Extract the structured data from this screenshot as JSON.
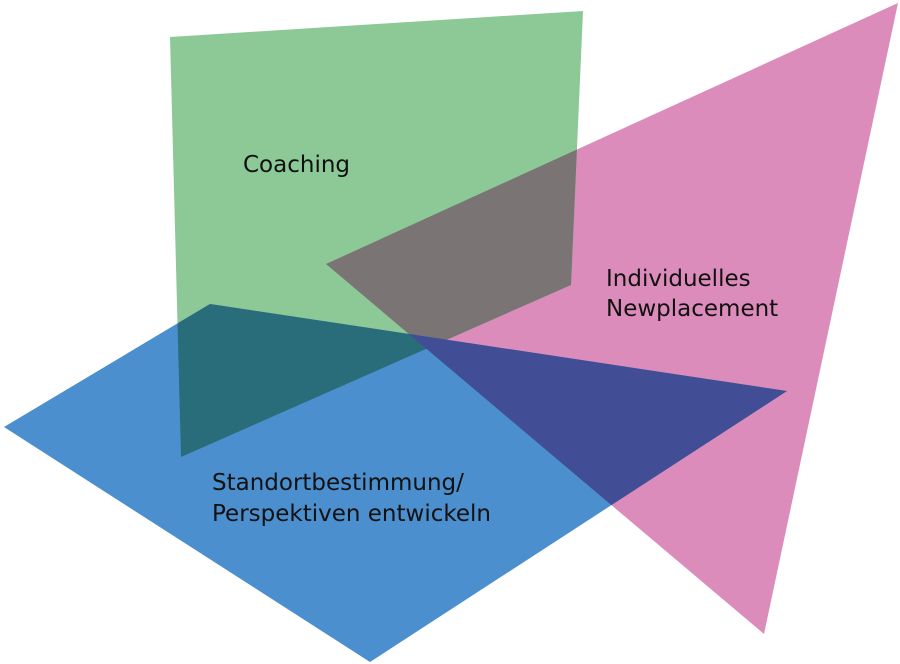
{
  "diagram": {
    "shapes": [
      {
        "name": "pink-triangle",
        "color": "#dc8cba"
      },
      {
        "name": "green-quad",
        "color": "#8dc897"
      },
      {
        "name": "blue-quad",
        "color": "#4c8fce"
      }
    ],
    "overlap_colors": {
      "green_pink": "#7a7474",
      "green_blue": "#2a6d7a",
      "blue_pink": "#414e96"
    },
    "labels": {
      "coaching": "Coaching",
      "newplacement_line1": "Individuelles",
      "newplacement_line2": "Newplacement",
      "standort_line1": "Standortbestimmung/",
      "standort_line2": "Perspektiven entwickeln"
    }
  }
}
